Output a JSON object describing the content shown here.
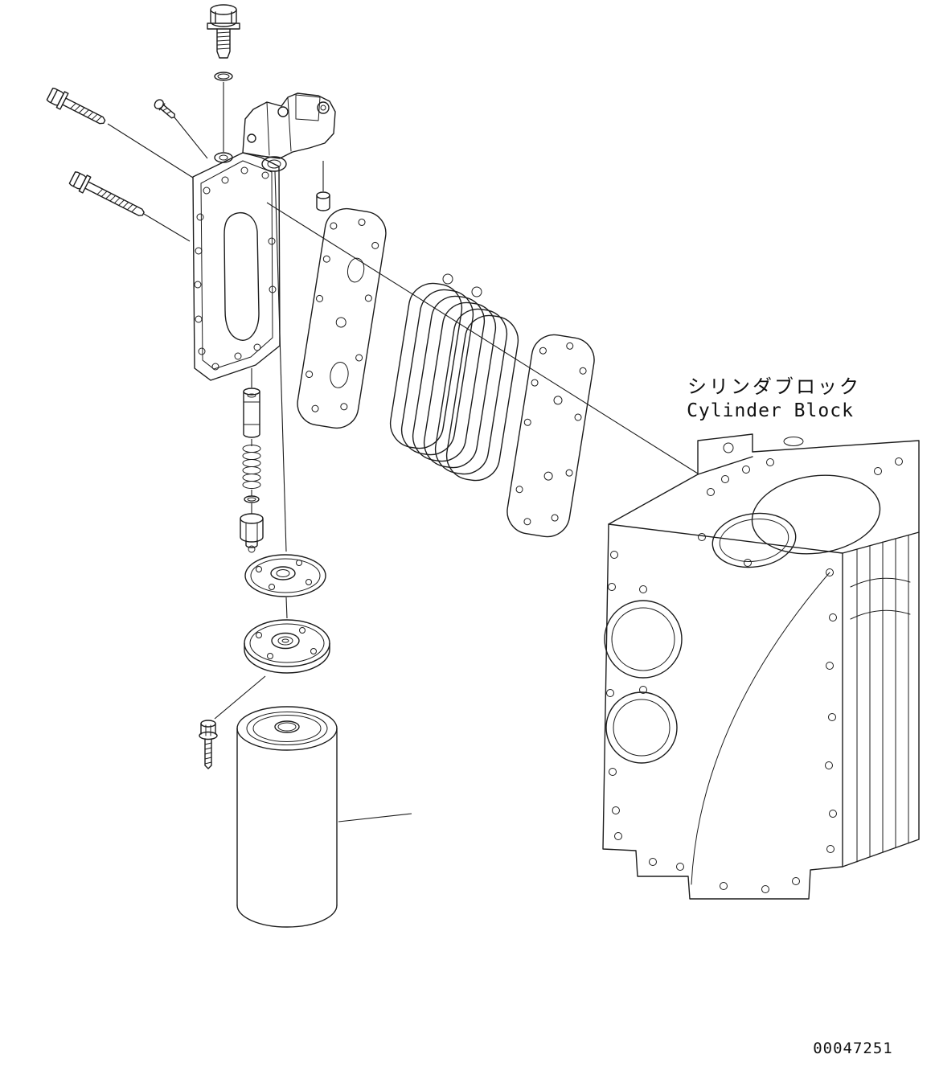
{
  "page": {
    "background_color": "#ffffff",
    "line_color": "#1c1c1c",
    "type": "exploded-parts-diagram"
  },
  "labels": {
    "cylinder_block_ja": "シリンダブロック",
    "cylinder_block_en": "Cylinder Block",
    "drawing_number": "00047251"
  },
  "components": [
    "filler-plug",
    "o-ring",
    "mounting-bolt-long-1",
    "mounting-bolt-long-2",
    "small-bolt",
    "oil-cooler-cover",
    "cover-fitting-nut",
    "relief-valve-plunger",
    "relief-valve-spring",
    "washer",
    "adjusting-nut",
    "adapter-plate-1",
    "adapter-plate-2",
    "filter-mount-bolt",
    "oil-filter-cartridge",
    "cover-gasket",
    "oil-cooler-core",
    "block-gasket",
    "cylinder-block"
  ]
}
